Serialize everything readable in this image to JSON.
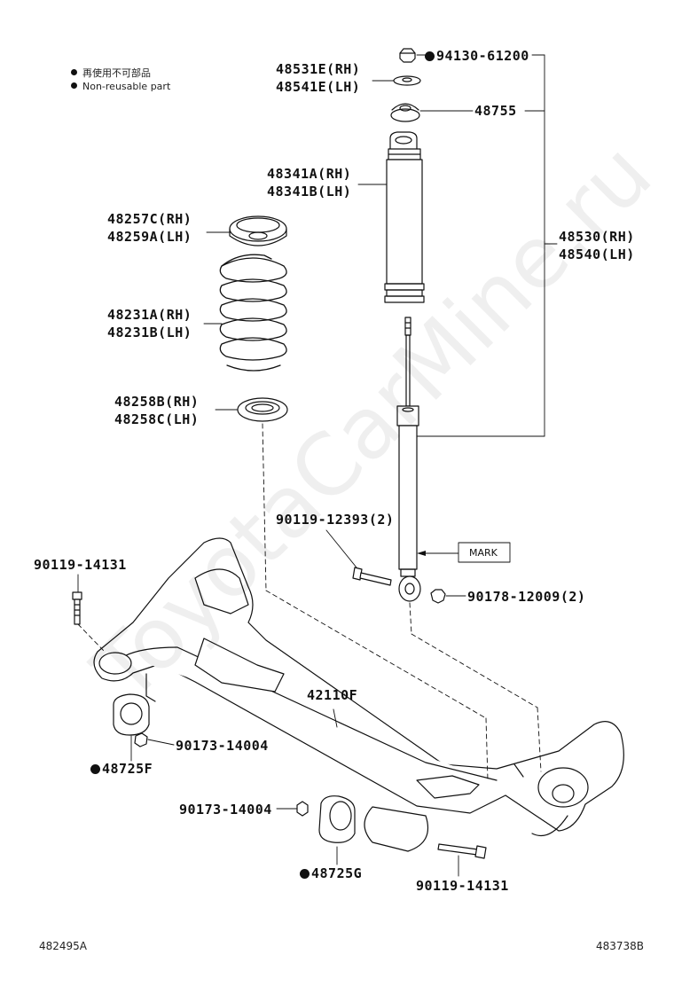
{
  "legend": {
    "line1": "再使用不可部品",
    "line2": "Non-reusable part"
  },
  "parts": {
    "p94130": "94130-61200",
    "p48531e": "48531E(RH)",
    "p48541e": "48541E(LH)",
    "p48755": "48755",
    "p48341a": "48341A(RH)",
    "p48341b": "48341B(LH)",
    "p48530": "48530(RH)",
    "p48540": "48540(LH)",
    "p48257c": "48257C(RH)",
    "p48259a": "48259A(LH)",
    "p48231a": "48231A(RH)",
    "p48231b": "48231B(LH)",
    "p48258b": "48258B(RH)",
    "p48258c": "48258C(LH)",
    "p90119_12393": "90119-12393(2)",
    "mark": "MARK",
    "p90178": "90178-12009(2)",
    "p90119_14131_top": "90119-14131",
    "p42110f": "42110F",
    "p90173_upper": "90173-14004",
    "p48725f": "48725F",
    "p90173_lower": "90173-14004",
    "p48725g": "48725G",
    "p90119_14131_bottom": "90119-14131"
  },
  "codes": {
    "left": "482495A",
    "right": "483738B"
  },
  "watermark": "ToyotaCarMine.ru",
  "colors": {
    "line": "#111111",
    "background": "#ffffff"
  }
}
